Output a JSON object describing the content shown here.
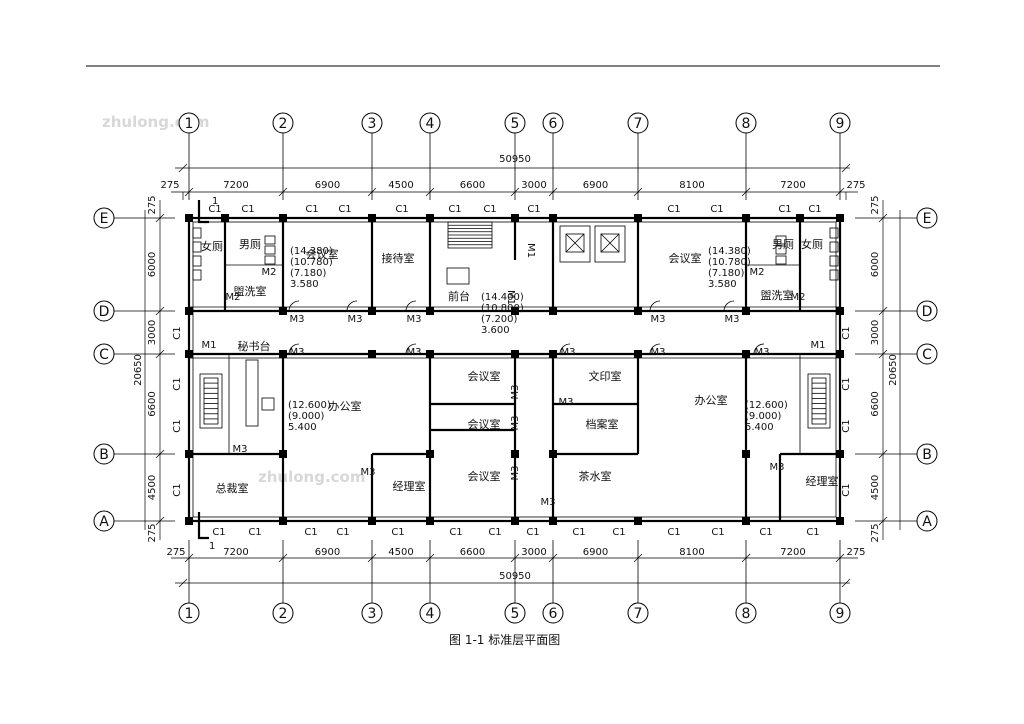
{
  "page": {
    "header_rule": true
  },
  "caption": "图 1-1  标准层平面图",
  "watermarks": [
    "zhulong.com",
    "zhulong.com"
  ],
  "axes_x": [
    "1",
    "2",
    "3",
    "4",
    "5",
    "6",
    "7",
    "8",
    "9"
  ],
  "axes_y": [
    "E",
    "D",
    "C",
    "B",
    "A"
  ],
  "dims_x": [
    "7200",
    "6900",
    "4500",
    "6600",
    "3000",
    "6900",
    "8100",
    "7200"
  ],
  "dims_x_edge": "275",
  "dims_total_x": "50950",
  "dims_y": [
    "6000",
    "3000",
    "6600",
    "4500"
  ],
  "dims_y_edge": "275",
  "dims_total_y": "20650",
  "rooms": [
    {
      "label": "女厕"
    },
    {
      "label": "男厕"
    },
    {
      "label": "盥洗室"
    },
    {
      "label": "会议室"
    },
    {
      "label": "接待室"
    },
    {
      "label": "前台"
    },
    {
      "label": "会议室"
    },
    {
      "label": "男厕"
    },
    {
      "label": "女厕"
    },
    {
      "label": "盥洗室"
    },
    {
      "label": "秘书台"
    },
    {
      "label": "办公室"
    },
    {
      "label": "会议室"
    },
    {
      "label": "会议室"
    },
    {
      "label": "会议室"
    },
    {
      "label": "经理室"
    },
    {
      "label": "总裁室"
    },
    {
      "label": "文印室"
    },
    {
      "label": "档案室"
    },
    {
      "label": "茶水室"
    },
    {
      "label": "办公室"
    },
    {
      "label": "经理室"
    }
  ],
  "elevations": [
    {
      "lines": [
        "(14.380)",
        "(10.780)",
        "(7.180)",
        "3.580"
      ]
    },
    {
      "lines": [
        "(14.400)",
        "(10.800)",
        "(7.200)",
        "3.600"
      ]
    },
    {
      "lines": [
        "(14.380)",
        "(10.780)",
        "(7.180)",
        "3.580"
      ]
    },
    {
      "lines": [
        "(12.600)",
        "(9.000)",
        "5.400"
      ]
    },
    {
      "lines": [
        "(12.600)",
        "(9.000)",
        "5.400"
      ]
    }
  ],
  "tags": {
    "window": "C1",
    "door_main": "M1",
    "door_wc": "M2",
    "door_office": "M3",
    "section": "1"
  }
}
